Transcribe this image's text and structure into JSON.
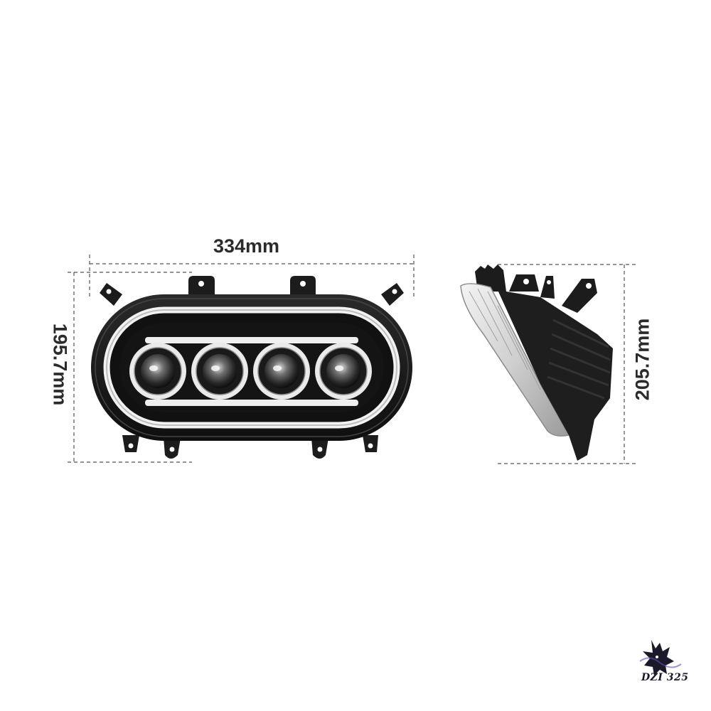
{
  "dimensions": {
    "width": "334mm",
    "height_front": "195.7mm",
    "height_side": "205.7mm"
  },
  "watermark": {
    "text": "DZI 325"
  },
  "colors": {
    "housing": "#1b1b1b",
    "dimension_line": "#555555",
    "text": "#2b2b2b"
  }
}
